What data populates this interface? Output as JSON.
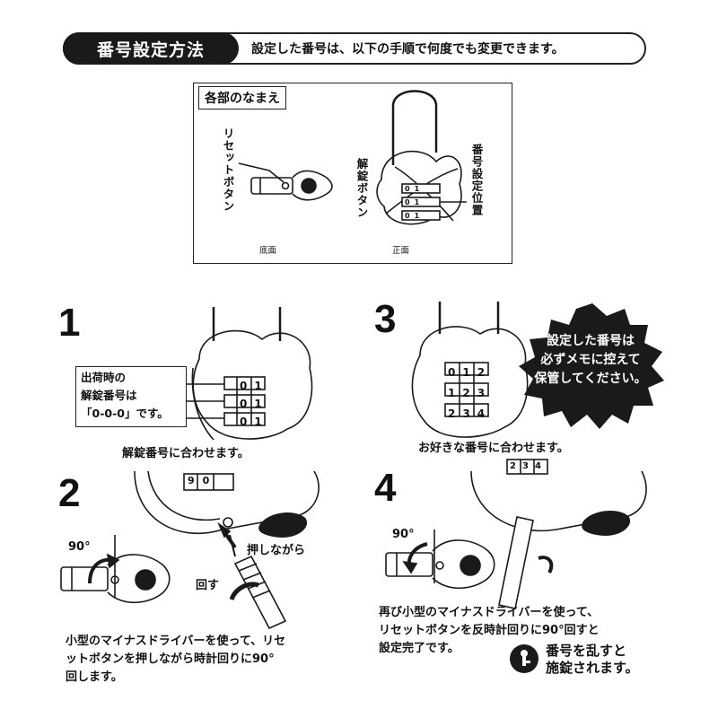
{
  "header": {
    "tag": "番号設定方法",
    "description": "設定した番号は、以下の手順で何度でも変更できます。"
  },
  "parts": {
    "title": "各部のなまえ",
    "reset_button": "リセットボタン",
    "unlock_button": "解錠ボタン",
    "number_position": "番号設定位置",
    "bottom_label": "底面",
    "front_label": "正面"
  },
  "steps": [
    {
      "number": "1",
      "note": [
        "出荷時の",
        "解錠番号は",
        "「0-0-0」です。"
      ],
      "caption": "解錠番号に合わせます。",
      "dials": [
        "0",
        "1"
      ]
    },
    {
      "number": "2",
      "angle": "90°",
      "push_label": "押しながら",
      "turn_label": "回す",
      "text": [
        "小型のマイナスドライバーを使って、リセ",
        "ットボタンを押しながら時計回りに90°",
        "回します。"
      ],
      "dials": [
        "9",
        "0"
      ]
    },
    {
      "number": "3",
      "burst": [
        "設定した番号は",
        "必ずメモに控えて",
        "保管してください。"
      ],
      "caption": "お好きな番号に合わせます。",
      "dial_rows": [
        [
          "0",
          "1",
          "2"
        ],
        [
          "1",
          "2",
          "3"
        ],
        [
          "2",
          "3",
          "4"
        ]
      ]
    },
    {
      "number": "4",
      "angle": "90°",
      "text": [
        "再び小型のマイナスドライバーを使って、",
        "リセットボタンを反時計回りに90°回すと",
        "設定完了です。"
      ],
      "warning": [
        "番号を乱すと",
        "施錠されます。"
      ],
      "dials": [
        "2",
        "3",
        "4"
      ]
    }
  ],
  "colors": {
    "ink": "#1a1a1a",
    "paper": "#ffffff"
  }
}
